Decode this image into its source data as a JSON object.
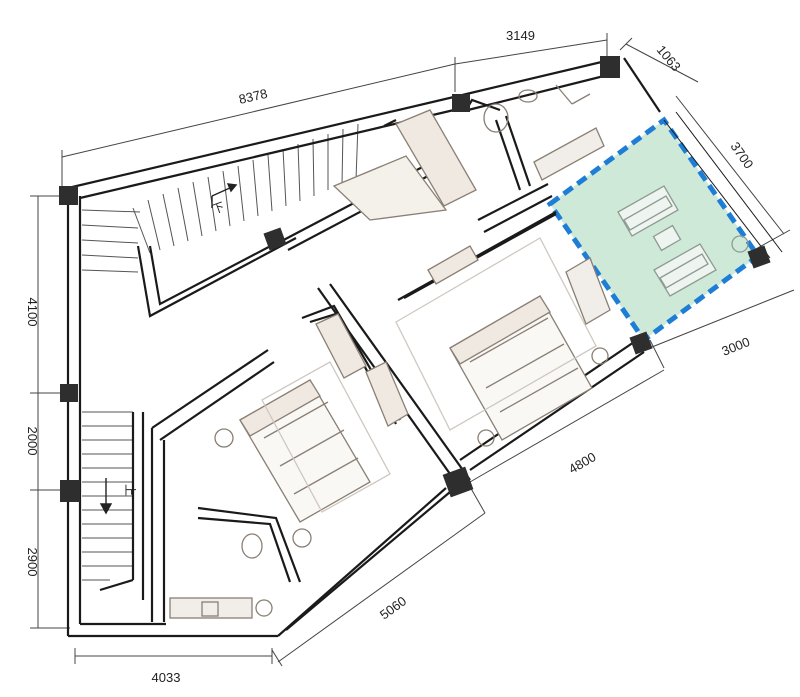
{
  "dimensions": {
    "top_long": "8378",
    "top_short": "3149",
    "top_right_corner": "1063",
    "right_upper": "3700",
    "right_lower": "3000",
    "diag_mid": "4800",
    "diag_bottom": "5060",
    "left_top": "4100",
    "left_mid": "2000",
    "left_bottom": "2900",
    "bottom": "4033"
  },
  "stairs": {
    "down_label": "下",
    "up_label": "上"
  },
  "colors": {
    "highlight_fill": "#cfe9d9",
    "highlight_border": "#1e7ed6",
    "wall": "#1a1a1a",
    "pillar": "#2e2e2e",
    "furniture_stroke": "#8a7f74",
    "dim_line": "#444444"
  }
}
